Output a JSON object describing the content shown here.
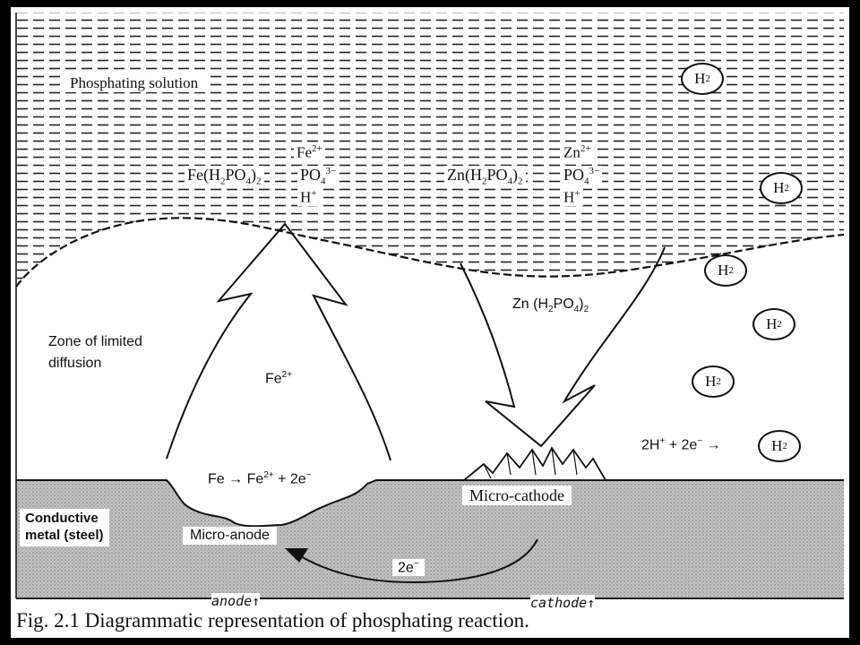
{
  "labels": {
    "solution": "Phosphating solution",
    "zone_line1": "Zone of limited",
    "zone_line2": "diffusion",
    "fe_arrow": "Fe",
    "zn_arrow": "Zn (H",
    "anode_reaction": "Fe → Fe",
    "micro_cathode": "Micro-cathode",
    "micro_anode": "Micro-anode",
    "conductive_line1": "Conductive",
    "conductive_line2": "metal (steel)",
    "electrons": "2e",
    "h2_reaction_left": "2H",
    "h2_reaction_mid": " + 2e",
    "h2_reaction_arrow": " →",
    "h2": "H"
  },
  "fe_group": {
    "left": "Fe(H",
    "sub2a": "2",
    "po": "PO",
    "sub4": "4",
    "close": ")",
    "sub2b": "2",
    "ion1": "Fe",
    "ion1_sup": "2+",
    "ion2": "PO",
    "ion2_sub": "4",
    "ion2_sup": "3−",
    "ion3": "H",
    "ion3_sup": "+"
  },
  "zn_group": {
    "left": "Zn(H",
    "sub2a": "2",
    "po": "PO",
    "sub4": "4",
    "close": ")",
    "sub2b": "2",
    "ion1": "Zn",
    "ion1_sup": "2+",
    "ion2": "PO",
    "ion2_sub": "4",
    "ion2_sup": "3−",
    "ion3": "H",
    "ion3_sup": "+"
  },
  "handwritten": {
    "anode": "anode↑",
    "cathode": "cathode↑"
  },
  "caption": "Fig. 2.1  Diagrammatic representation of phosphating reaction.",
  "colors": {
    "frame": "#000000",
    "paper": "#ffffff",
    "ink": "#111111",
    "metal": "#bcbcbc"
  }
}
